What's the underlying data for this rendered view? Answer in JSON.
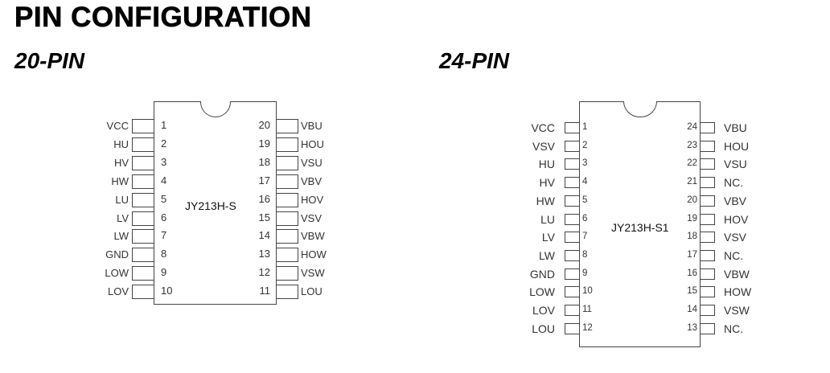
{
  "page": {
    "title": "PIN CONFIGURATION"
  },
  "packages": [
    {
      "heading": "20-PIN",
      "part_name": "JY213H-S",
      "left_pins": [
        {
          "num": "1",
          "label": "VCC"
        },
        {
          "num": "2",
          "label": "HU"
        },
        {
          "num": "3",
          "label": "HV"
        },
        {
          "num": "4",
          "label": "HW"
        },
        {
          "num": "5",
          "label": "LU"
        },
        {
          "num": "6",
          "label": "LV"
        },
        {
          "num": "7",
          "label": "LW"
        },
        {
          "num": "8",
          "label": "GND"
        },
        {
          "num": "9",
          "label": "LOW"
        },
        {
          "num": "10",
          "label": "LOV"
        }
      ],
      "right_pins": [
        {
          "num": "20",
          "label": "VBU"
        },
        {
          "num": "19",
          "label": "HOU"
        },
        {
          "num": "18",
          "label": "VSU"
        },
        {
          "num": "17",
          "label": "VBV"
        },
        {
          "num": "16",
          "label": "HOV"
        },
        {
          "num": "15",
          "label": "VSV"
        },
        {
          "num": "14",
          "label": "VBW"
        },
        {
          "num": "13",
          "label": "HOW"
        },
        {
          "num": "12",
          "label": "VSW"
        },
        {
          "num": "11",
          "label": "LOU"
        }
      ]
    },
    {
      "heading": "24-PIN",
      "part_name": "JY213H-S1",
      "left_pins": [
        {
          "num": "1",
          "label": "VCC"
        },
        {
          "num": "2",
          "label": "VSV"
        },
        {
          "num": "3",
          "label": "HU"
        },
        {
          "num": "4",
          "label": "HV"
        },
        {
          "num": "5",
          "label": "HW"
        },
        {
          "num": "6",
          "label": "LU"
        },
        {
          "num": "7",
          "label": "LV"
        },
        {
          "num": "8",
          "label": "LW"
        },
        {
          "num": "9",
          "label": "GND"
        },
        {
          "num": "10",
          "label": "LOW"
        },
        {
          "num": "11",
          "label": "LOV"
        },
        {
          "num": "12",
          "label": "LOU"
        }
      ],
      "right_pins": [
        {
          "num": "24",
          "label": "VBU"
        },
        {
          "num": "23",
          "label": "HOU"
        },
        {
          "num": "22",
          "label": "VSU"
        },
        {
          "num": "21",
          "label": "NC."
        },
        {
          "num": "20",
          "label": "VBV"
        },
        {
          "num": "19",
          "label": "HOV"
        },
        {
          "num": "18",
          "label": "VSV"
        },
        {
          "num": "17",
          "label": "NC."
        },
        {
          "num": "16",
          "label": "VBW"
        },
        {
          "num": "15",
          "label": "HOW"
        },
        {
          "num": "14",
          "label": "VSW"
        },
        {
          "num": "13",
          "label": "NC."
        }
      ]
    }
  ]
}
